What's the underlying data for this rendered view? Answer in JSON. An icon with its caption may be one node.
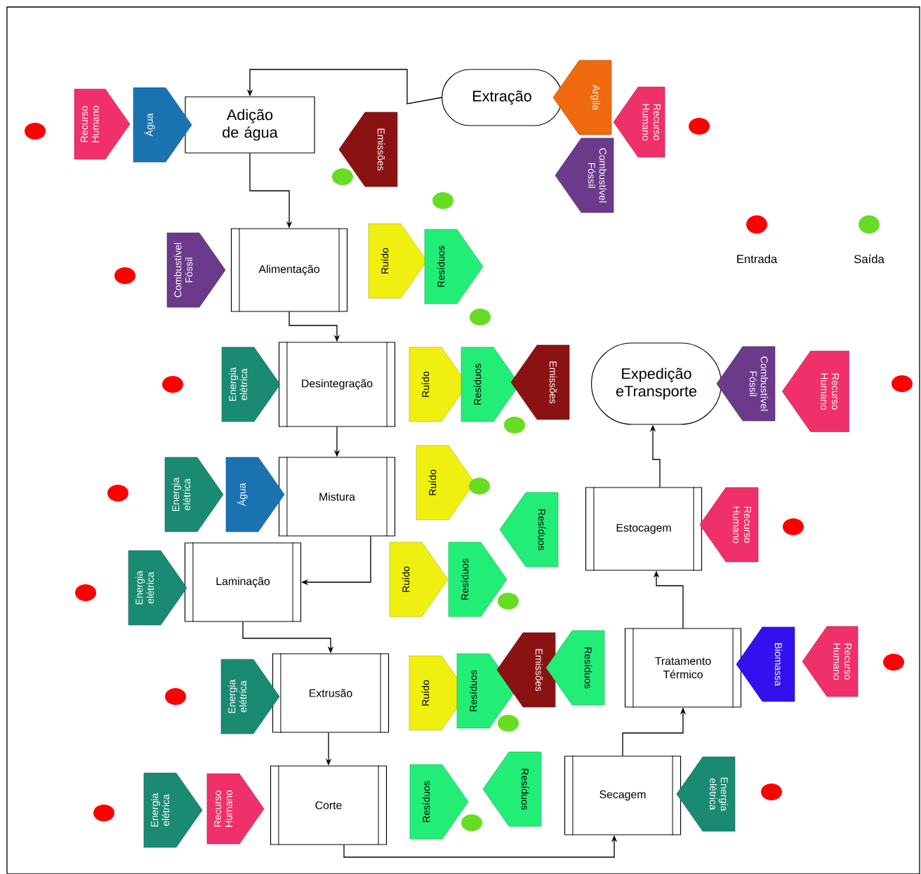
{
  "diagram": {
    "nodes": [
      {
        "text": [
          "Extração"
        ]
      },
      {
        "text": [
          "Adição de água"
        ]
      },
      {
        "text": [
          "Alimentação"
        ]
      },
      {
        "text": [
          "Desintegração"
        ]
      },
      {
        "text": [
          "Mistura"
        ]
      },
      {
        "text": [
          "Laminação"
        ]
      },
      {
        "text": [
          "Extrusão"
        ]
      },
      {
        "text": [
          "Corte"
        ]
      },
      {
        "text": [
          "Secagem"
        ]
      },
      {
        "text": [
          "Tratamento Térmico"
        ]
      },
      {
        "text": [
          "Estocagem"
        ]
      },
      {
        "text": [
          "Expedição eTransporte"
        ]
      },
      {
        "text": [
          "Recurso Humano"
        ]
      },
      {
        "text": [
          "Água"
        ]
      },
      {
        "text": [
          "Emissões"
        ]
      },
      {
        "text": [
          "Argila"
        ]
      },
      {
        "text": [
          "Recurso Humano"
        ]
      },
      {
        "text": [
          "Combustível Fóssil"
        ]
      },
      {
        "text": [
          "Combustível Fóssil"
        ]
      },
      {
        "text": [
          "Ruído"
        ]
      },
      {
        "text": [
          "Resíduos"
        ]
      },
      {
        "text": [
          "Energia elétrica"
        ]
      },
      {
        "text": [
          "Ruído"
        ]
      },
      {
        "text": [
          "Resíduos"
        ]
      },
      {
        "text": [
          "Emissões"
        ]
      },
      {
        "text": [
          "Combustível Fóssil"
        ]
      },
      {
        "text": [
          "Recurso Humano"
        ]
      },
      {
        "text": [
          "Energia elétrica"
        ]
      },
      {
        "text": [
          "Água"
        ]
      },
      {
        "text": [
          "Ruído"
        ]
      },
      {
        "text": [
          "Resíduos"
        ]
      },
      {
        "text": [
          "Recurso Humano"
        ]
      },
      {
        "text": [
          "Energia elétrica"
        ]
      },
      {
        "text": [
          "Ruído"
        ]
      },
      {
        "text": [
          "Resíduos"
        ]
      },
      {
        "text": [
          "Energia elétrica"
        ]
      },
      {
        "text": [
          "Ruído"
        ]
      },
      {
        "text": [
          "Resíduos"
        ]
      },
      {
        "text": [
          "Emissões"
        ]
      },
      {
        "text": [
          "Resíduos"
        ]
      },
      {
        "text": [
          "Biomassa"
        ]
      },
      {
        "text": [
          "Recurso Humano"
        ]
      },
      {
        "text": [
          "Energia elétrica"
        ]
      },
      {
        "text": [
          "Resíduos"
        ]
      },
      {
        "text": [
          "Energia elétrica"
        ]
      },
      {
        "text": [
          "Recurso Humano"
        ]
      },
      {
        "text": [
          "Resíduos"
        ]
      }
    ],
    "edges": [
      {
        "from": 0,
        "to": 1,
        "arrow": "to"
      },
      {
        "from": 1,
        "to": 2,
        "arrow": "to"
      },
      {
        "from": 2,
        "to": 3,
        "arrow": "to"
      },
      {
        "from": 3,
        "to": 4,
        "arrow": "to"
      },
      {
        "from": 4,
        "to": 5,
        "arrow": "to"
      },
      {
        "from": 5,
        "to": 6,
        "arrow": "to"
      },
      {
        "from": 6,
        "to": 7,
        "arrow": "to"
      },
      {
        "from": 7,
        "to": 8,
        "arrow": "to"
      },
      {
        "from": 8,
        "to": 9,
        "arrow": "to"
      },
      {
        "from": 9,
        "to": 10,
        "arrow": "to"
      },
      {
        "from": 10,
        "to": 11,
        "arrow": "to"
      }
    ],
    "legend": [
      {
        "text": "Entrada",
        "color": "#ff0000"
      },
      {
        "text": "Saída",
        "color": "#66dd22"
      }
    ]
  }
}
